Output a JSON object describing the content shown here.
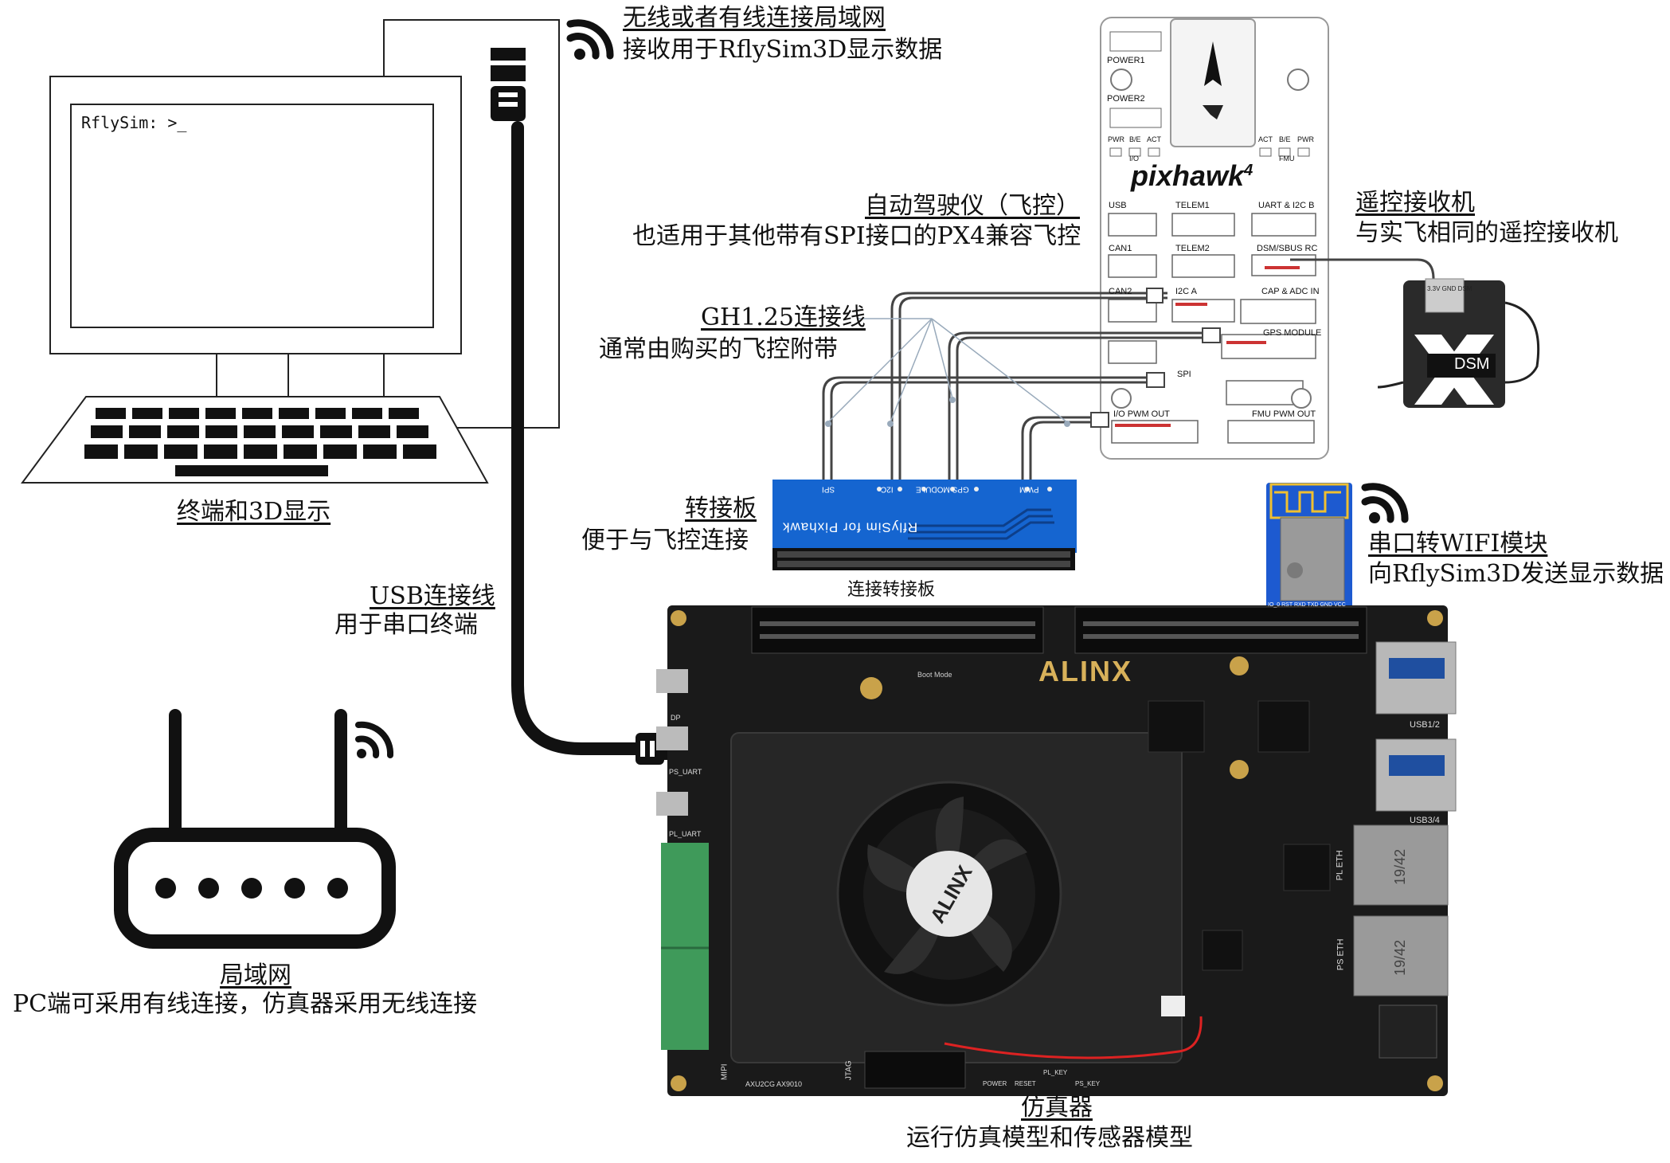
{
  "terminal": {
    "prompt": "RflySim: >_",
    "title": "终端和3D显示"
  },
  "network_link": {
    "title": "无线或者有线连接局域网",
    "subtitle": "接收用于RflySim3D显示数据"
  },
  "usb_cable": {
    "title": "USB连接线",
    "subtitle": "用于串口终端"
  },
  "router": {
    "title": "局域网",
    "subtitle": "PC端可采用有线连接，仿真器采用无线连接"
  },
  "autopilot": {
    "title": "自动驾驶仪（飞控）",
    "subtitle": "也适用于其他带有SPI接口的PX4兼容飞控",
    "brand": "pixhawk",
    "model": "4",
    "ports": {
      "power1": "POWER1",
      "power2": "POWER2",
      "pwr": "PWR",
      "be": "B/E",
      "act": "ACT",
      "io": "I/O",
      "fmu": "FMU",
      "usb": "USB",
      "telem1": "TELEM1",
      "uart_i2c_b": "UART & I2C B",
      "can1": "CAN1",
      "telem2": "TELEM2",
      "dsm_sbus_rc": "DSM/SBUS RC",
      "can2": "CAN2",
      "i2c_a": "I2C A",
      "cap_adc_in": "CAP & ADC IN",
      "gps_module": "GPS MODULE",
      "spi": "SPI",
      "io_pwm_out": "I/O PWM OUT",
      "fmu_pwm_out": "FMU PWM OUT"
    }
  },
  "rc_receiver": {
    "title": "遥控接收机",
    "subtitle": "与实飞相同的遥控接收机",
    "device_label": "DSM",
    "pins": "3.3V GND DSM"
  },
  "gh_cable": {
    "title": "GH1.25连接线",
    "subtitle": "通常由购买的飞控附带"
  },
  "adapter": {
    "title": "转接板",
    "subtitle": "便于与飞控连接",
    "caption": "连接转接板",
    "board_text": "RflySim for Pixhawk",
    "pins": [
      "SPI",
      "I2C",
      "GPS MODULE",
      "PWM"
    ]
  },
  "wifi_module": {
    "title": "串口转WIFI模块",
    "subtitle": "向RflySim3D发送显示数据",
    "pins": "IO_0 RST RXD TXD GND VCC"
  },
  "simulator": {
    "title": "仿真器",
    "subtitle": "运行仿真模型和传感器模型",
    "brand": "ALINX",
    "fan_brand": "ALINX",
    "silk": {
      "dp": "DP",
      "ps_uart": "PS_UART",
      "pl_uart": "PL_UART",
      "usb12": "USB1/2",
      "usb34": "USB3/4",
      "pl_eth": "PL ETH",
      "ps_eth": "PS ETH",
      "jtag": "JTAG",
      "mipi": "MIPI",
      "power": "POWER",
      "reset": "RESET",
      "pl_key": "PL_KEY",
      "ps_key": "PS_KEY",
      "model": "AXU2CG AX9010",
      "jack_chip": "19/42",
      "boot_mode": "Boot Mode"
    }
  }
}
